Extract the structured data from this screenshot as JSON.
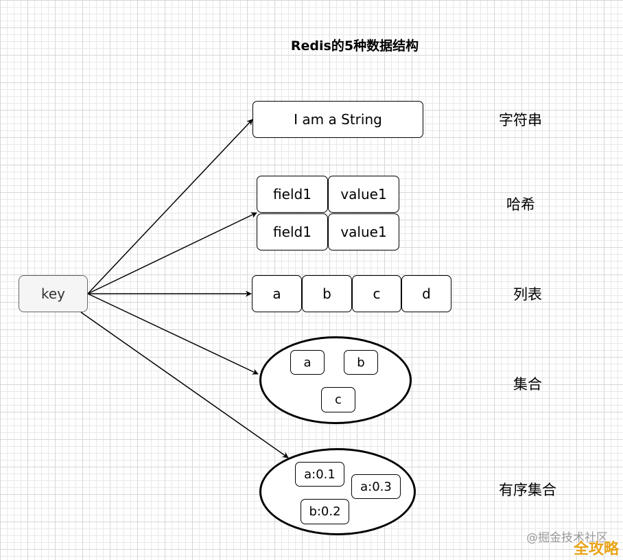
{
  "title": "Redis的5种数据结构",
  "key": {
    "label": "key"
  },
  "string_type": {
    "value": "I am a String",
    "label": "字符串"
  },
  "hash_type": {
    "rows": [
      {
        "field": "field1",
        "value": "value1"
      },
      {
        "field": "field1",
        "value": "value1"
      }
    ],
    "label": "哈希"
  },
  "list_type": {
    "items": [
      "a",
      "b",
      "c",
      "d"
    ],
    "label": "列表"
  },
  "set_type": {
    "members": [
      "a",
      "b",
      "c"
    ],
    "label": "集合"
  },
  "zset_type": {
    "members": [
      "a:0.1",
      "a:0.3",
      "b:0.2"
    ],
    "label": "有序集合"
  },
  "watermark": "@掘金技术社区",
  "badge": "全攻略"
}
